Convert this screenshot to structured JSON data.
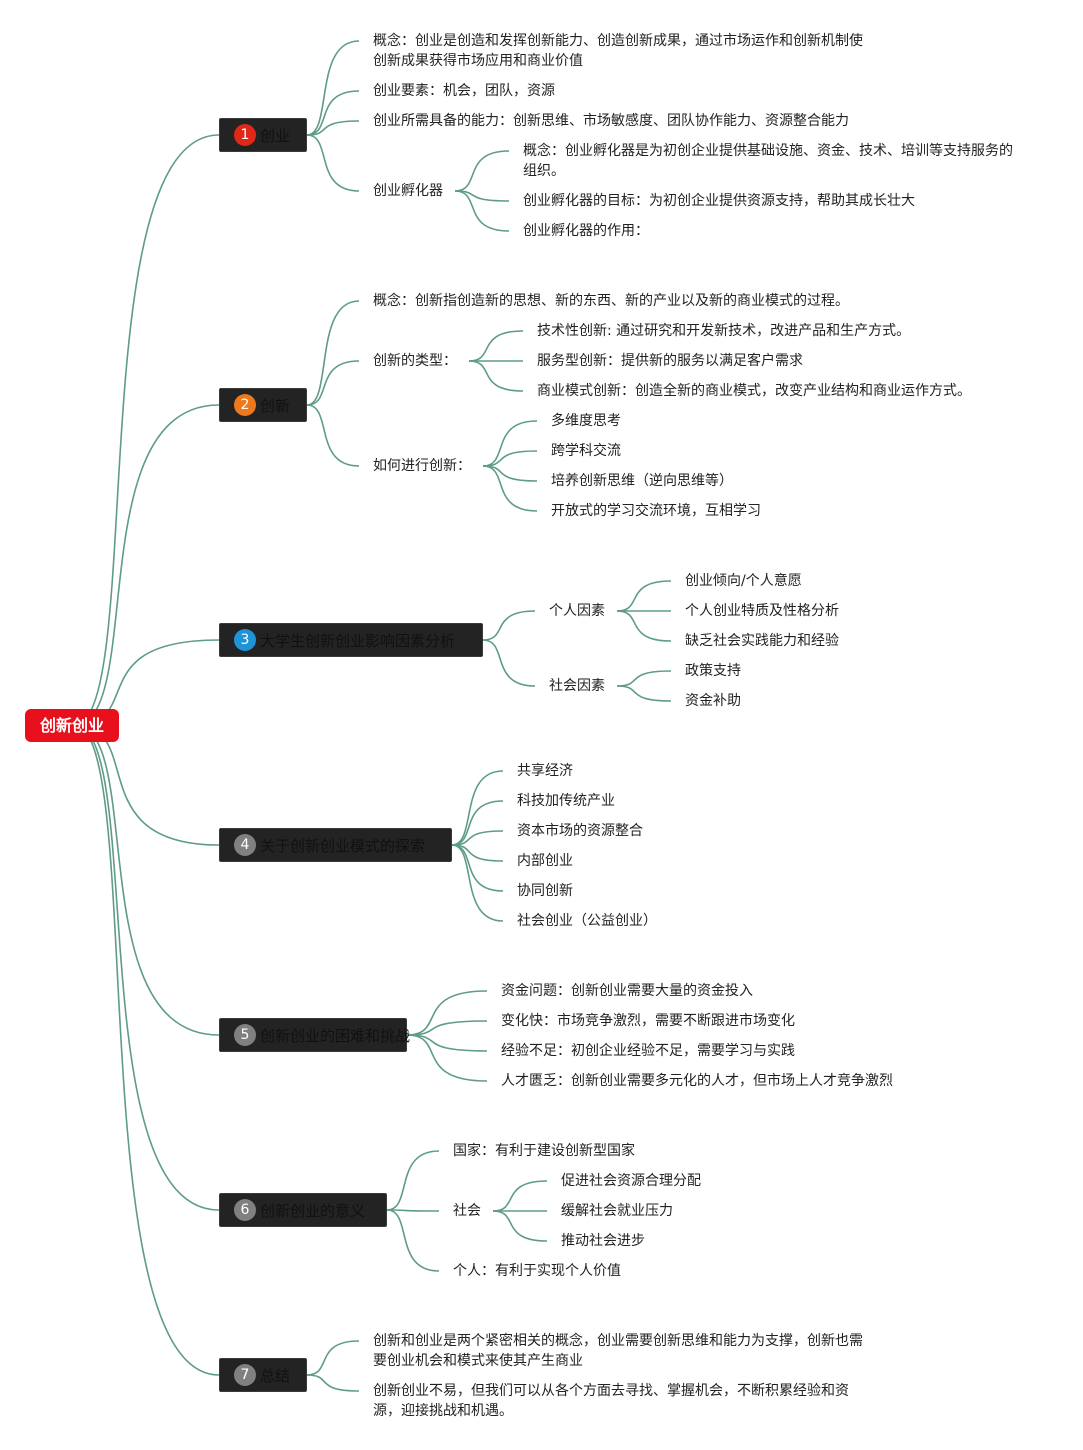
{
  "root": {
    "label": "创新创业",
    "color": "#e8101d"
  },
  "branches": [
    {
      "num": "1",
      "num_color": "#e02818",
      "label": "创业",
      "children": [
        {
          "text": "概念：创业是创造和发挥创新能力、创造创新成果，通过市场运作和创新机制使创新成果获得市场应用和商业价值"
        },
        {
          "text": "创业要素：机会，团队，资源"
        },
        {
          "text": "创业所需具备的能力：创新思维、市场敏感度、团队协作能力、资源整合能力"
        },
        {
          "text": "创业孵化器",
          "children": [
            {
              "text": "概念：创业孵化器是为初创企业提供基础设施、资金、技术、培训等支持服务的组织。"
            },
            {
              "text": "创业孵化器的目标：为初创企业提供资源支持，帮助其成长壮大"
            },
            {
              "text": "创业孵化器的作用："
            }
          ]
        }
      ]
    },
    {
      "num": "2",
      "num_color": "#ec7a1c",
      "label": "创新",
      "children": [
        {
          "text": "概念：创新指创造新的思想、新的东西、新的产业以及新的商业模式的过程。"
        },
        {
          "text": "创新的类型：",
          "children": [
            {
              "text": "技术性创新: 通过研究和开发新技术，改进产品和生产方式。"
            },
            {
              "text": "服务型创新：提供新的服务以满足客户需求"
            },
            {
              "text": "商业模式创新：创造全新的商业模式，改变产业结构和商业运作方式。"
            }
          ]
        },
        {
          "text": "如何进行创新：",
          "children": [
            {
              "text": "多维度思考"
            },
            {
              "text": "跨学科交流"
            },
            {
              "text": "培养创新思维（逆向思维等）"
            },
            {
              "text": "开放式的学习交流环境，互相学习"
            }
          ]
        }
      ]
    },
    {
      "num": "3",
      "num_color": "#1e94d6",
      "label": "大学生创新创业影响因素分析",
      "children": [
        {
          "text": "个人因素",
          "children": [
            {
              "text": "创业倾向/个人意愿"
            },
            {
              "text": "个人创业特质及性格分析"
            },
            {
              "text": "缺乏社会实践能力和经验"
            }
          ]
        },
        {
          "text": "社会因素",
          "children": [
            {
              "text": "政策支持"
            },
            {
              "text": "资金补助"
            }
          ]
        }
      ]
    },
    {
      "num": "4",
      "num_color": "#808080",
      "label": "关于创新创业模式的探索",
      "children": [
        {
          "text": "共享经济"
        },
        {
          "text": "科技加传统产业"
        },
        {
          "text": "资本市场的资源整合"
        },
        {
          "text": "内部创业"
        },
        {
          "text": "协同创新"
        },
        {
          "text": "社会创业（公益创业）"
        }
      ]
    },
    {
      "num": "5",
      "num_color": "#808080",
      "label": "创新创业的困难和挑战",
      "children": [
        {
          "text": "资金问题：创新创业需要大量的资金投入"
        },
        {
          "text": "变化快：市场竞争激烈，需要不断跟进市场变化"
        },
        {
          "text": "经验不足：初创企业经验不足，需要学习与实践"
        },
        {
          "text": "人才匮乏：创新创业需要多元化的人才，但市场上人才竞争激烈"
        }
      ]
    },
    {
      "num": "6",
      "num_color": "#808080",
      "label": "创新创业的意义",
      "children": [
        {
          "text": "国家：有利于建设创新型国家"
        },
        {
          "text": "社会",
          "children": [
            {
              "text": "促进社会资源合理分配"
            },
            {
              "text": "缓解社会就业压力"
            },
            {
              "text": "推动社会进步"
            }
          ]
        },
        {
          "text": "个人：有利于实现个人价值"
        }
      ]
    },
    {
      "num": "7",
      "num_color": "#808080",
      "label": "总结",
      "children": [
        {
          "text": "创新和创业是两个紧密相关的概念，创业需要创新思维和能力为支撑，创新也需要创业机会和模式来使其产生商业"
        },
        {
          "text": "创新创业不易，但我们可以从各个方面去寻找、掌握机会，不断积累经验和资源，迎接挑战和机遇。"
        }
      ]
    }
  ]
}
